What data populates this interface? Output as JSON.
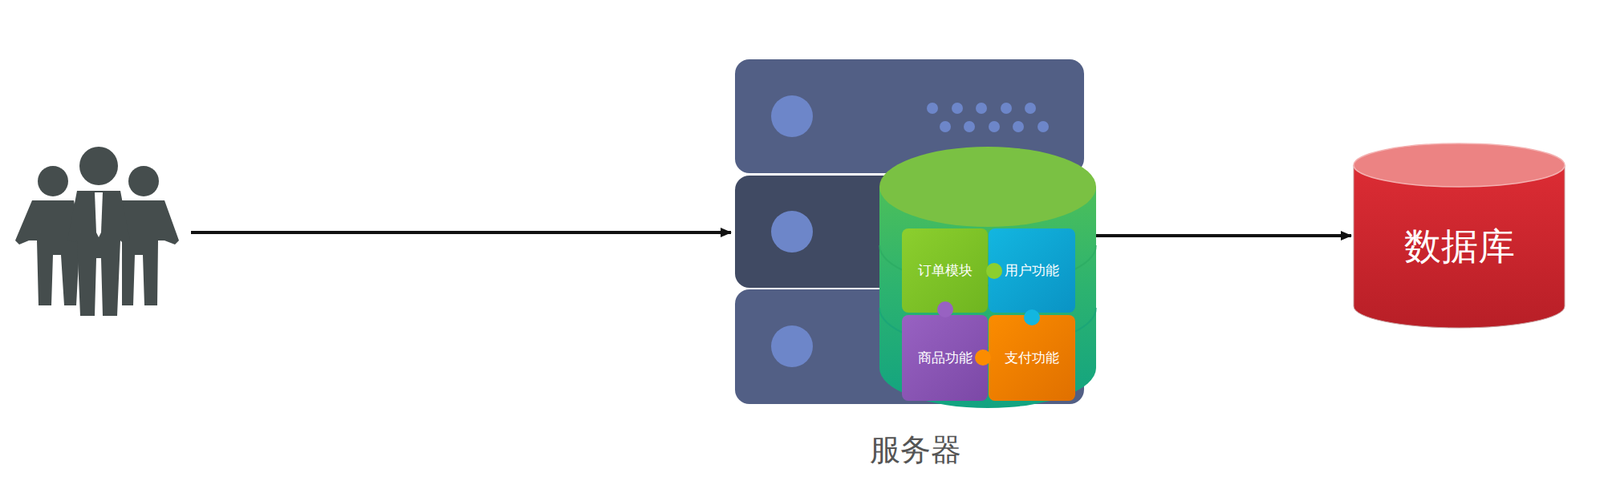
{
  "diagram": {
    "nodes": [
      {
        "text": [
          "服务器"
        ]
      },
      {
        "text": [
          "订单模块"
        ],
        "in": 0
      },
      {
        "text": [
          "用户功能"
        ],
        "in": 0
      },
      {
        "text": [
          "商品功能"
        ],
        "in": 0
      },
      {
        "text": [
          "支付功能"
        ],
        "in": 0
      },
      {
        "text": [
          "数据库"
        ]
      }
    ],
    "edges": [
      {
        "from": 0,
        "to": 5,
        "arrow": "to"
      }
    ]
  }
}
